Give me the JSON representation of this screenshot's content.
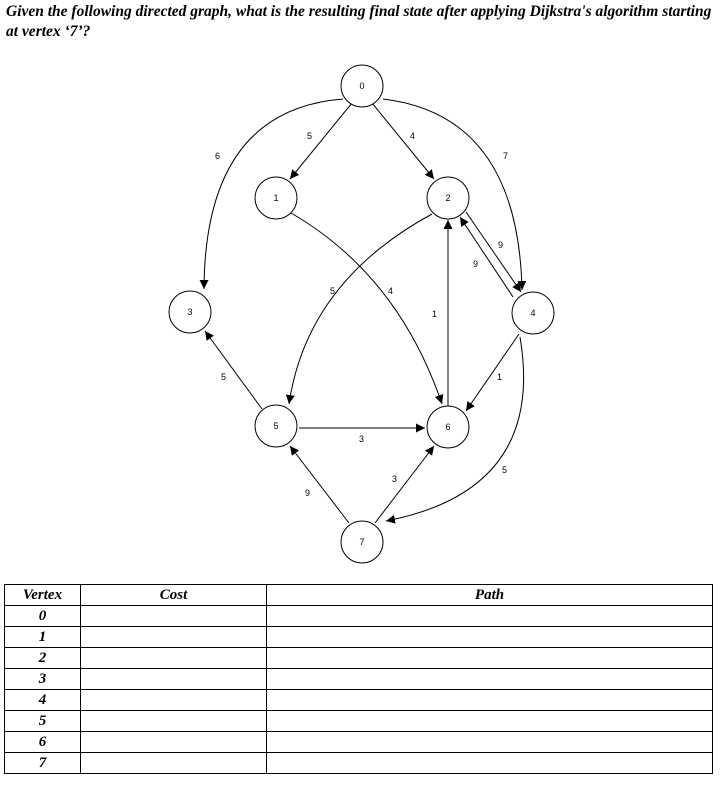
{
  "question": "Given the following directed graph, what is the resulting final state after applying Dijkstra's algorithm starting at vertex ‘7’?",
  "graph": {
    "nodes": [
      {
        "id": "0",
        "label": "0"
      },
      {
        "id": "1",
        "label": "1"
      },
      {
        "id": "2",
        "label": "2"
      },
      {
        "id": "3",
        "label": "3"
      },
      {
        "id": "4",
        "label": "4"
      },
      {
        "id": "5",
        "label": "5"
      },
      {
        "id": "6",
        "label": "6"
      },
      {
        "id": "7",
        "label": "7"
      }
    ],
    "edges": [
      {
        "from": "0",
        "to": "1",
        "weight": "5"
      },
      {
        "from": "0",
        "to": "2",
        "weight": "4"
      },
      {
        "from": "0",
        "to": "3",
        "weight": "6"
      },
      {
        "from": "0",
        "to": "4",
        "weight": "7"
      },
      {
        "from": "1",
        "to": "6",
        "weight": "4"
      },
      {
        "from": "2",
        "to": "5",
        "weight": "5"
      },
      {
        "from": "2",
        "to": "4",
        "weight": "9"
      },
      {
        "from": "4",
        "to": "2",
        "weight": "9"
      },
      {
        "from": "4",
        "to": "6",
        "weight": "1"
      },
      {
        "from": "4",
        "to": "7",
        "weight": "5"
      },
      {
        "from": "6",
        "to": "2",
        "weight": "1"
      },
      {
        "from": "5",
        "to": "3",
        "weight": "5"
      },
      {
        "from": "5",
        "to": "6",
        "weight": "3"
      },
      {
        "from": "7",
        "to": "5",
        "weight": "9"
      },
      {
        "from": "7",
        "to": "6",
        "weight": "3"
      }
    ]
  },
  "table": {
    "headers": [
      "Vertex",
      "Cost",
      "Path"
    ],
    "rows": [
      {
        "vertex": "0",
        "cost": "",
        "path": ""
      },
      {
        "vertex": "1",
        "cost": "",
        "path": ""
      },
      {
        "vertex": "2",
        "cost": "",
        "path": ""
      },
      {
        "vertex": "3",
        "cost": "",
        "path": ""
      },
      {
        "vertex": "4",
        "cost": "",
        "path": ""
      },
      {
        "vertex": "5",
        "cost": "",
        "path": ""
      },
      {
        "vertex": "6",
        "cost": "",
        "path": ""
      },
      {
        "vertex": "7",
        "cost": "",
        "path": ""
      }
    ]
  }
}
